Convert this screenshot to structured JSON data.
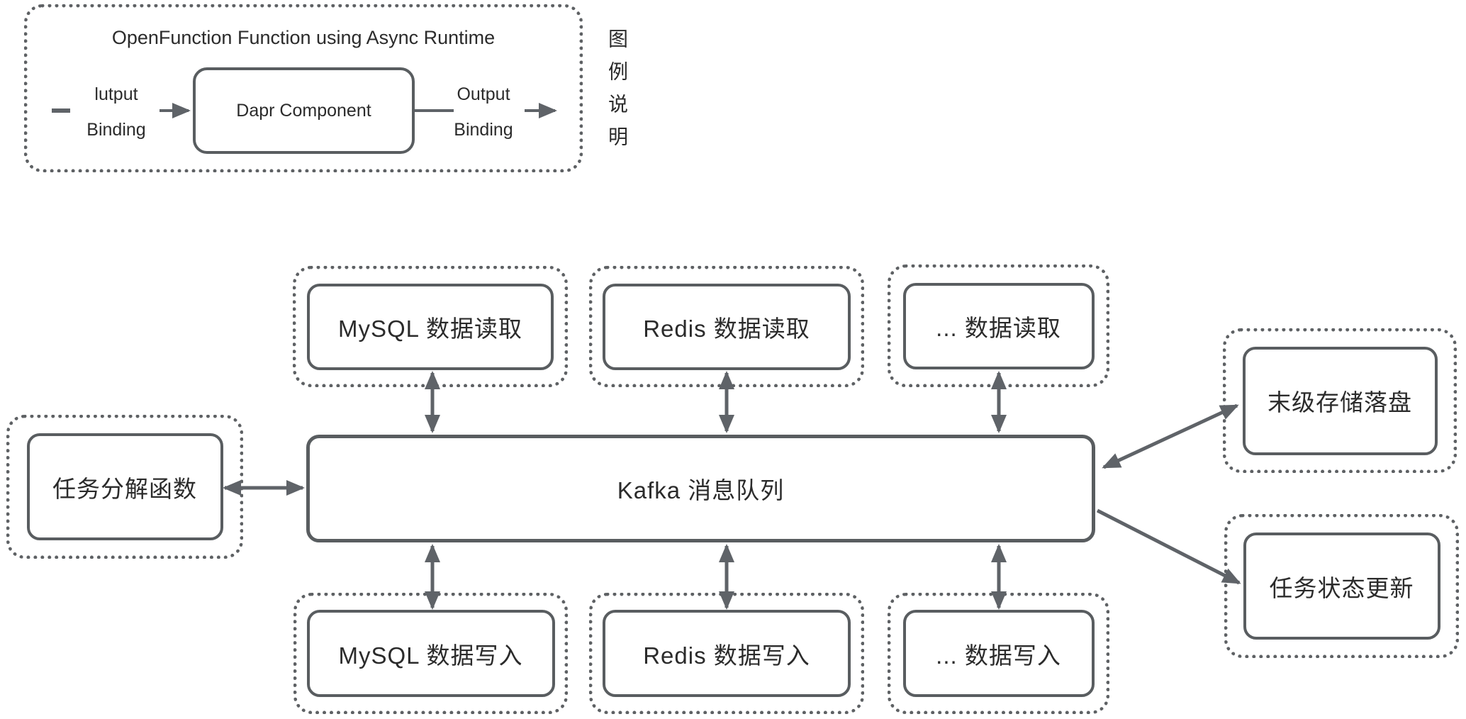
{
  "legend": {
    "title": "OpenFunction Function using Async Runtime",
    "input": {
      "line1": "lutput",
      "line2": "Binding"
    },
    "component": "Dapr Component",
    "output": {
      "line1": "Output",
      "line2": "Binding"
    },
    "side_label": "图例说明"
  },
  "nodes": {
    "task_split": {
      "label": "任务分解函数"
    },
    "kafka": {
      "label": "Kafka 消息队列"
    },
    "mysql_read": {
      "label": "MySQL 数据读取"
    },
    "redis_read": {
      "label": "Redis 数据读取"
    },
    "etc_read": {
      "label": "... 数据读取"
    },
    "mysql_write": {
      "label": "MySQL 数据写入"
    },
    "redis_write": {
      "label": "Redis 数据写入"
    },
    "etc_write": {
      "label": "... 数据写入"
    },
    "storage_flush": {
      "label": "末级存储落盘"
    },
    "task_status": {
      "label": "任务状态更新"
    }
  },
  "colors": {
    "line": "#5f6368",
    "solid_border": "#595d60",
    "dashed_border": "#5e6164",
    "text": "#2b2b2b",
    "background": "#ffffff"
  }
}
